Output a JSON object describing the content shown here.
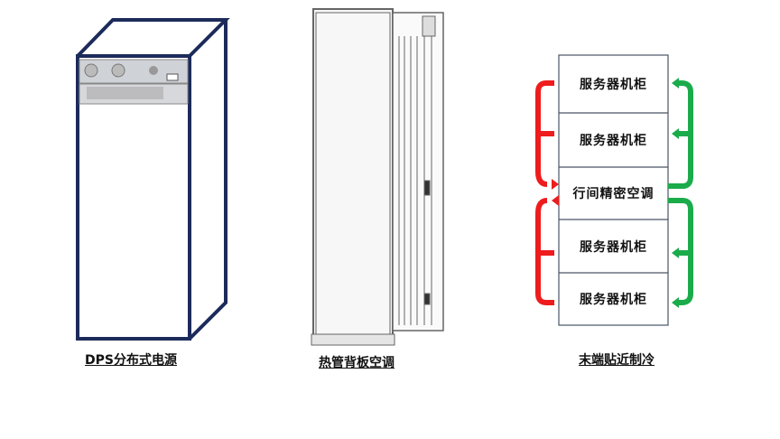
{
  "panels": [
    {
      "caption": "DPS分布式电源"
    },
    {
      "caption": "热管背板空调"
    },
    {
      "caption": "末端贴近制冷",
      "stack": [
        "服务器机柜",
        "服务器机柜",
        "行间精密空调",
        "服务器机柜",
        "服务器机柜"
      ]
    }
  ],
  "colors": {
    "cabinet": "#1c2b5a",
    "hot": "#ee1c1c",
    "cold": "#1aab4b"
  }
}
